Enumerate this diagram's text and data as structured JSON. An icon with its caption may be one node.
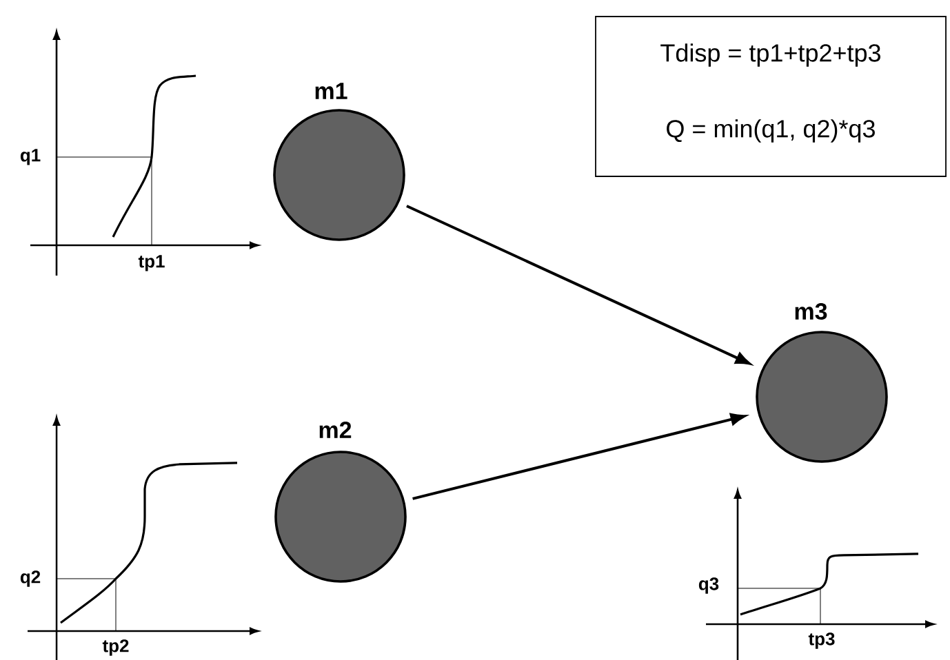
{
  "diagram": {
    "nodes": [
      {
        "text": [
          "Tdisp = tp1+tp2+tp3",
          "Q = min(q1, q2)*q3"
        ]
      },
      {
        "text": [
          "m1"
        ]
      },
      {
        "text": [
          "m2"
        ]
      },
      {
        "text": [
          "m3"
        ]
      }
    ],
    "edges": [
      {
        "from": 1,
        "to": 3,
        "arrow": "to"
      },
      {
        "from": 2,
        "to": 3,
        "arrow": "to"
      }
    ],
    "labels": [
      "q1",
      "tp1",
      "q2",
      "tp2",
      "q3",
      "tp3"
    ]
  }
}
